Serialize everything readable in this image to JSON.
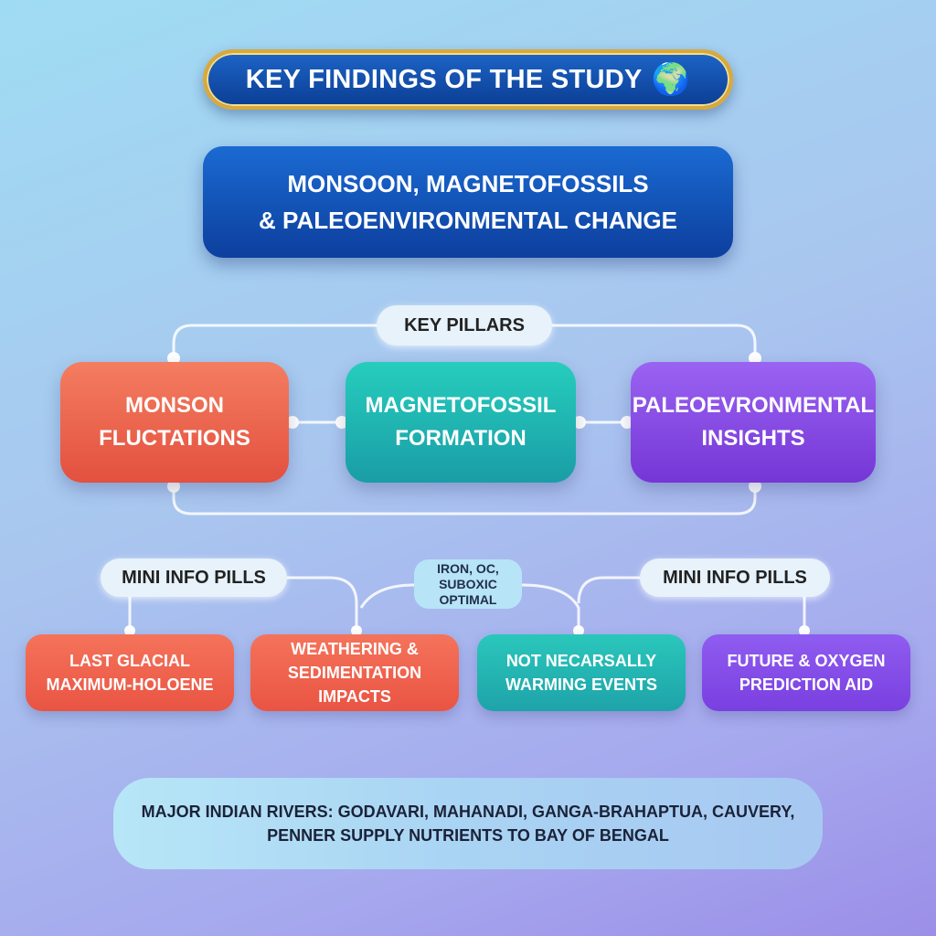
{
  "title": {
    "text": "KEY FINDINGS OF THE STUDY",
    "icon": "globe-icon",
    "icon_glyph": "🌍"
  },
  "subtitle": {
    "line1": "MONSOON, MAGNETOFOSSILS",
    "line2": "& PALEOENVIRONMENTAL CHANGE"
  },
  "key_pillars_label": "KEY PILLARS",
  "pillars": [
    {
      "line1": "MONSON",
      "line2": "FLUCTATIONS",
      "color": "#e9583f"
    },
    {
      "line1": "MAGNETOFOSSIL",
      "line2": "FORMATION",
      "color": "#1fb0ac"
    },
    {
      "line1": "PALEOEVRONMENTAL",
      "line2": "INSIGHTS",
      "color": "#8244e0"
    }
  ],
  "mini_pills": {
    "left": "MINI INFO PILLS",
    "right": "MINI INFO PILLS",
    "center": {
      "line1": "IRON, OC,",
      "line2": "SUBOXIC",
      "line3": "OPTIMAL"
    }
  },
  "info_cards": [
    {
      "line1": "LAST GLACIAL",
      "line2": "MAXIMUM-HOLOENE"
    },
    {
      "line1": "WEATHERING &",
      "line2": "SEDIMENTATION IMPACTS"
    },
    {
      "line1": "NOT NECARSALLY",
      "line2": "WARMING EVENTS"
    },
    {
      "line1": "FUTURE & OXYGEN",
      "line2": "PREDICTION AID"
    }
  ],
  "rivers": {
    "line1": "MAJOR INDIAN RIVERS: GODAVARI, MAHANADI, GANGA-BRAHAPTUA, CAUVERY,",
    "line2": "PENNER SUPPLY NUTRIENTS TO BAY OF BENGAL"
  },
  "colors": {
    "title_bg": "#0b3e94",
    "title_border": "#d9a93a",
    "connector": "#ffffff"
  }
}
